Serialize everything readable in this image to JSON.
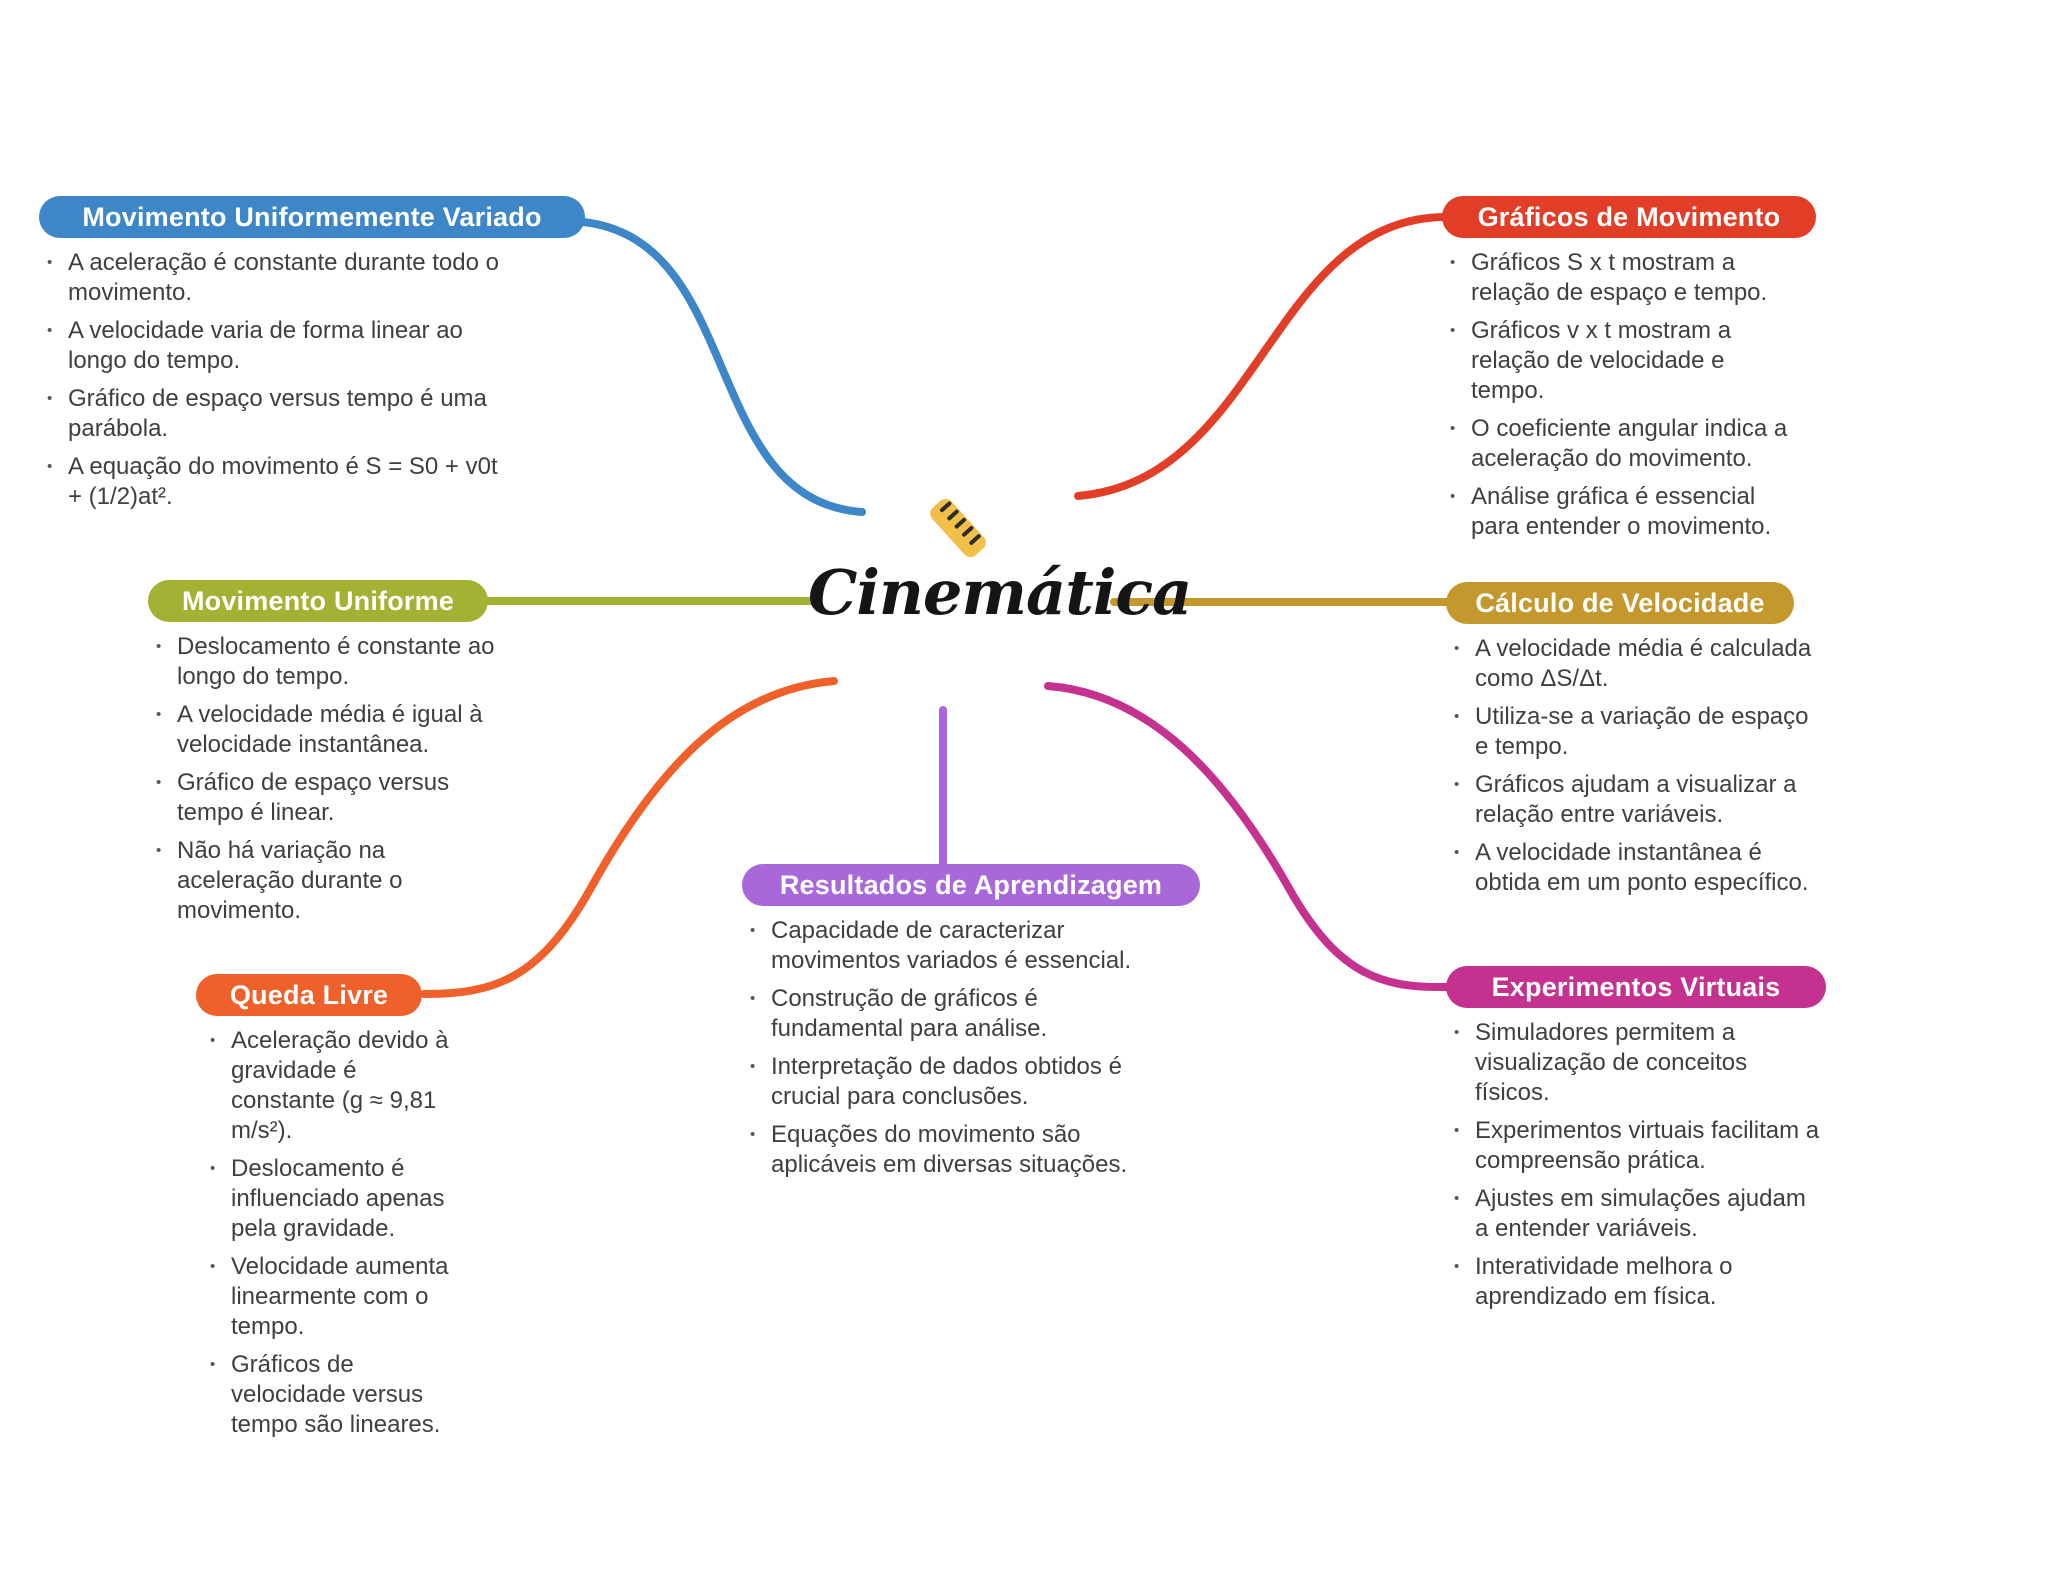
{
  "center": {
    "title": "Cinemática",
    "icon": "ruler-icon"
  },
  "colors": {
    "background": "#ffffff",
    "body_text": "#3f3f3f",
    "ruler_yellow": "#f2c04a"
  },
  "nodes": [
    {
      "title": "Movimento Uniformemente Variado",
      "color": "#3d86c8",
      "bullets": [
        "A aceleração é constante durante todo o movimento.",
        "A velocidade varia de forma linear ao longo do tempo.",
        "Gráfico de espaço versus tempo é uma parábola.",
        "A equação do movimento é S = S0 + v0t + (1/2)at²."
      ]
    },
    {
      "title": "Gráficos de Movimento",
      "color": "#e23d27",
      "bullets": [
        "Gráficos S x t mostram a relação de espaço e tempo.",
        "Gráficos v x t mostram a relação de velocidade e tempo.",
        "O coeficiente angular indica a aceleração do movimento.",
        "Análise gráfica é essencial para entender o movimento."
      ]
    },
    {
      "title": "Movimento Uniforme",
      "color": "#a3b233",
      "bullets": [
        "Deslocamento é constante ao longo do tempo.",
        "A velocidade média é igual à velocidade instantânea.",
        "Gráfico de espaço versus tempo é linear.",
        "Não há variação na aceleração durante o movimento."
      ]
    },
    {
      "title": "Cálculo de Velocidade",
      "color": "#c5982d",
      "bullets": [
        "A velocidade média é calculada como ΔS/Δt.",
        "Utiliza-se a variação de espaço e tempo.",
        "Gráficos ajudam a visualizar a relação entre variáveis.",
        "A velocidade instantânea é obtida em um ponto específico."
      ]
    },
    {
      "title": "Queda Livre",
      "color": "#f0602a",
      "bullets": [
        "Aceleração devido à gravidade é constante (g ≈ 9,81 m/s²).",
        "Deslocamento é influenciado apenas pela gravidade.",
        "Velocidade aumenta linearmente com o tempo.",
        "Gráficos de velocidade versus tempo são lineares."
      ]
    },
    {
      "title": "Resultados de Aprendizagem",
      "color": "#a968da",
      "bullets": [
        "Capacidade de caracterizar movimentos variados é essencial.",
        "Construção de gráficos é fundamental para análise.",
        "Interpretação de dados obtidos é crucial para conclusões.",
        "Equações do movimento são aplicáveis em diversas situações."
      ]
    },
    {
      "title": "Experimentos Virtuais",
      "color": "#c5318f",
      "bullets": [
        "Simuladores permitem a visualização de conceitos físicos.",
        "Experimentos virtuais facilitam a compreensão prática.",
        "Ajustes em simulações ajudam a entender variáveis.",
        "Interatividade melhora o aprendizado em física."
      ]
    }
  ]
}
